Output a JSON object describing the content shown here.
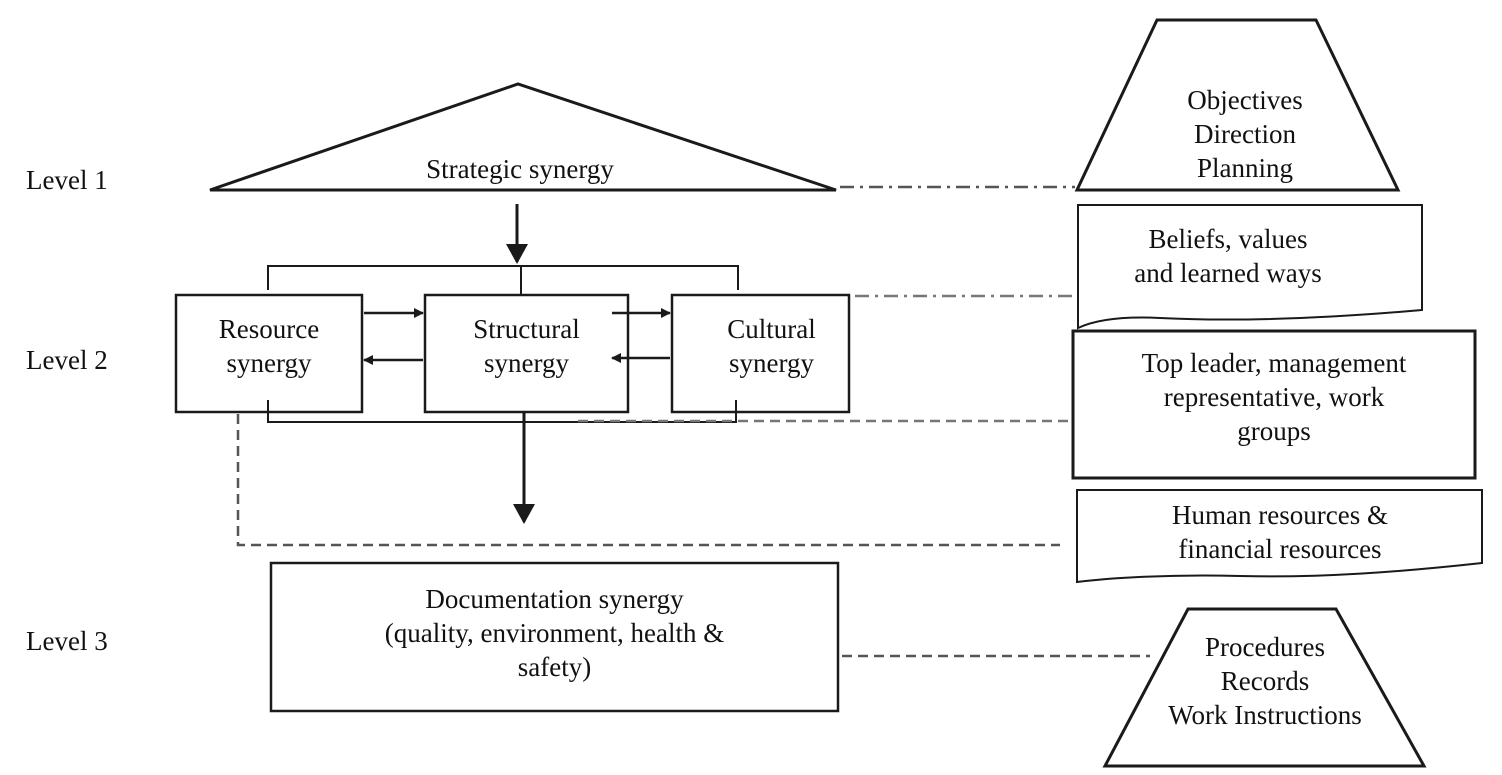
{
  "levels": {
    "level1": "Level 1",
    "level2": "Level 2",
    "level3": "Level 3"
  },
  "boxes": {
    "strategic": "Strategic synergy",
    "resource": [
      "Resource",
      "synergy"
    ],
    "structural": [
      "Structural",
      "synergy"
    ],
    "cultural": [
      "Cultural",
      "synergy"
    ],
    "documentation": [
      "Documentation synergy",
      "(quality, environment, health &",
      "safety)"
    ]
  },
  "side": {
    "objectives": [
      "Objectives",
      "Direction",
      "Planning"
    ],
    "beliefs": [
      "Beliefs, values",
      "and learned ways"
    ],
    "leaders": [
      "Top leader, management",
      "representative, work",
      "groups"
    ],
    "human": [
      "Human resources &",
      "financial resources"
    ],
    "procedures": [
      "Procedures",
      "Records",
      "Work Instructions"
    ]
  },
  "colors": {
    "stroke": "#1a1a1a",
    "dash": "#555555",
    "text": "#111111"
  }
}
